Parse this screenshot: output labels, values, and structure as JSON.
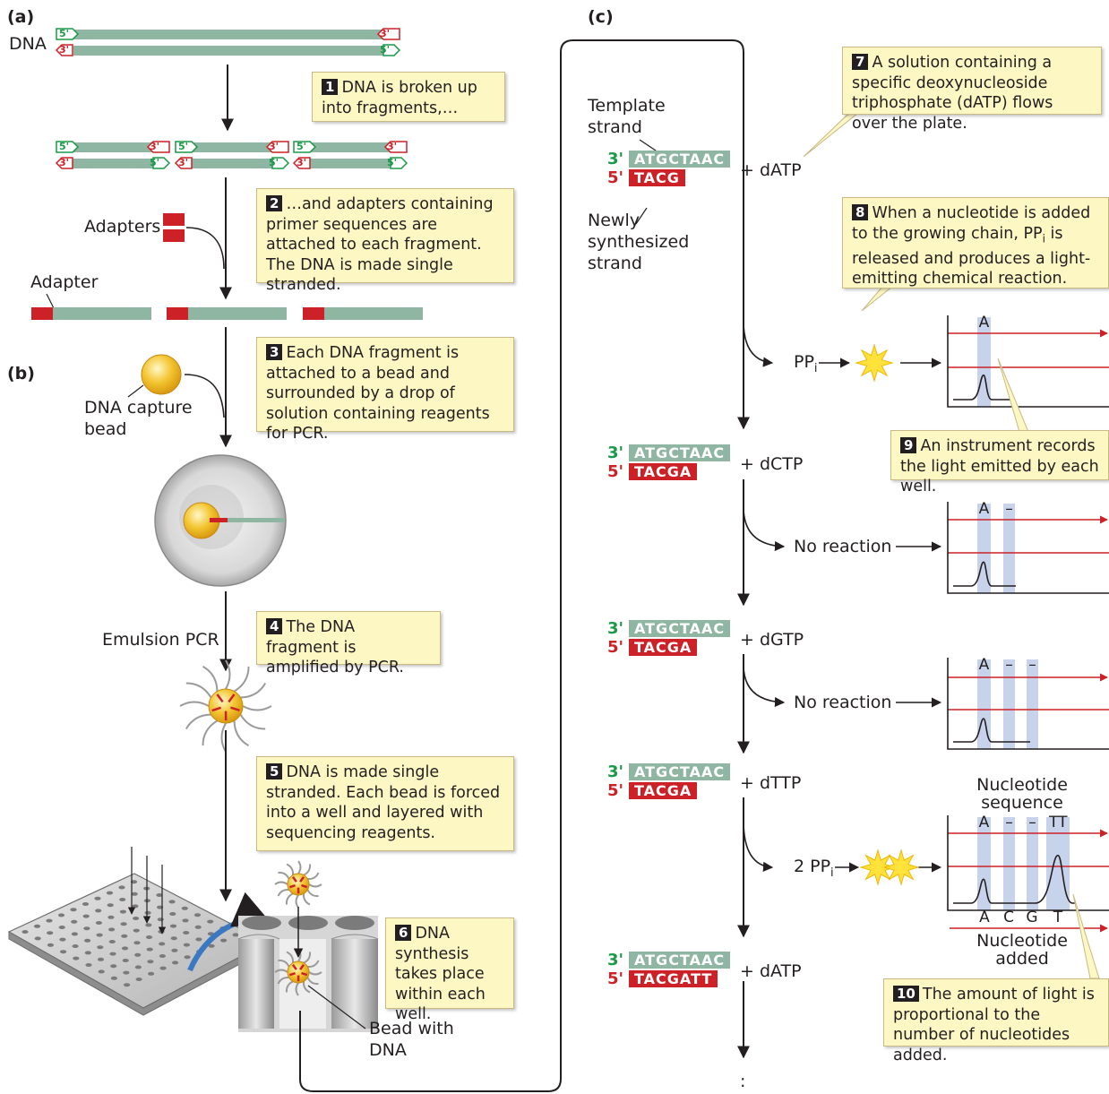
{
  "panels": {
    "a": "(a)",
    "b": "(b)",
    "c": "(c)"
  },
  "panel_a": {
    "dna_label": "DNA",
    "end_5": "5'",
    "end_3": "3'",
    "adapters_label": "Adapters",
    "adapter_label": "Adapter",
    "step1": {
      "num": "1",
      "text": "DNA is broken up into fragments,…"
    },
    "step2": {
      "num": "2",
      "text": "…and adapters containing primer sequences are attached to each fragment. The DNA is made single stranded."
    },
    "step3": {
      "num": "3",
      "text": "Each DNA fragment is attached to a bead and surrounded by a drop of solution containing reagents for PCR."
    }
  },
  "panel_b": {
    "capture_bead_label": "DNA capture bead",
    "emulsion_label": "Emulsion PCR",
    "bead_dna_label": "Bead with DNA",
    "step4": {
      "num": "4",
      "text": "The DNA fragment is amplified by PCR."
    },
    "step5": {
      "num": "5",
      "text": "DNA is made single stranded. Each bead is forced into a well and layered with sequencing reagents."
    },
    "step6": {
      "num": "6",
      "text": "DNA synthesis takes place within each well."
    }
  },
  "panel_c": {
    "template_label": "Template strand",
    "new_label": "Newly synthesized strand",
    "steps": [
      {
        "template": "ATGCTAAC",
        "new": "TACG",
        "reagent": "+ dATP",
        "result": "PP",
        "result_sub": "i",
        "lit": true
      },
      {
        "template": "ATGCTAAC",
        "new": "TACGA",
        "reagent": "+ dCTP",
        "result": "No reaction",
        "lit": false
      },
      {
        "template": "ATGCTAAC",
        "new": "TACGA",
        "reagent": "+ dGTP",
        "result": "No reaction",
        "lit": false
      },
      {
        "template": "ATGCTAAC",
        "new": "TACGA",
        "reagent": "+ dTTP",
        "result": "2 PP",
        "result_sub": "i",
        "lit": true
      },
      {
        "template": "ATGCTAAC",
        "new": "TACGATT",
        "reagent": "+ dATP"
      }
    ],
    "graph_ticks": [
      [
        "A"
      ],
      [
        "A",
        "–"
      ],
      [
        "A",
        "–",
        "–"
      ],
      [
        "A",
        "–",
        "–",
        "TT"
      ]
    ],
    "nucleotide_sequence_label": "Nucleotide sequence",
    "nucleotide_added_label": "Nucleotide added",
    "added_letters": [
      "A",
      "C",
      "G",
      "T"
    ],
    "ellipsis": ":",
    "step7": {
      "num": "7",
      "text": "A solution containing a specific deoxynucleoside triphosphate (dATP) flows over the plate."
    },
    "step8": {
      "num": "8",
      "text": "When a nucleotide is added to the growing chain, PP",
      "sub": "i",
      "text2": " is released and produces a light-emitting chemical reaction."
    },
    "step9": {
      "num": "9",
      "text": "An instrument records the light emitted by each well."
    },
    "step10": {
      "num": "10",
      "text": "The amount of light is proportional to the number of nucleotides added."
    }
  },
  "colors": {
    "strand": "#8fb5a3",
    "adapter": "#cc2127",
    "callout": "#fdf7c3",
    "green_end": "#1a9a47",
    "red_end": "#cc2127",
    "band": "#c7d3eb",
    "bead": "#f3c531"
  }
}
